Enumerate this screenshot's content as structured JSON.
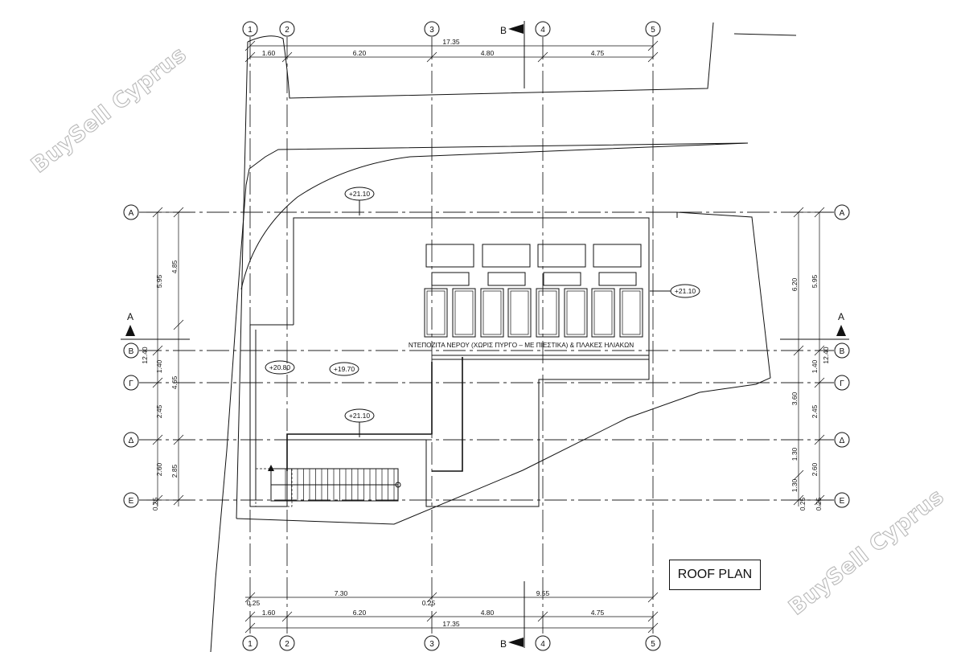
{
  "title": "ROOF PLAN",
  "watermarks": [
    "BuySell Cyprus",
    "BuySell Cyprus"
  ],
  "grid_columns": [
    "1",
    "2",
    "3",
    "4",
    "5"
  ],
  "grid_rows": [
    "Α",
    "Β",
    "Γ",
    "Δ",
    "Ε"
  ],
  "section_marks": {
    "vertical": "Β",
    "horizontal": "Α"
  },
  "dimensions_top": {
    "total": "17.35",
    "segments": [
      "1.60",
      "6.20",
      "4.80",
      "4.75"
    ]
  },
  "dimensions_bottom": {
    "segments": [
      "1.60",
      "6.20",
      "4.80",
      "4.75"
    ],
    "total": "17.35",
    "upper": [
      "7.30",
      "9.55"
    ],
    "offsets": [
      "0.25",
      "0.25"
    ]
  },
  "dimensions_left": {
    "inner": [
      "5.95",
      "1.40",
      "2.45",
      "2.60",
      "0.25"
    ],
    "outer": [
      "4.85",
      "4.65",
      "2.85"
    ],
    "small": "12.40"
  },
  "dimensions_right": {
    "inner": [
      "6.20",
      "3.60",
      "1.30",
      "1.30",
      "0.25"
    ],
    "outer": [
      "5.95",
      "1.40",
      "2.45",
      "2.60",
      "0.25"
    ],
    "small": "12.40"
  },
  "levels": [
    "+21.10",
    "+21.10",
    "+20.80",
    "+19.70",
    "+21.10"
  ],
  "note": "ΝΤΕΠΟΖΙΤΑ ΝΕΡΟΥ (ΧΩΡΙΣ ΠΥΡΓΟ – ΜΕ ΠΙΕΣΤΙΚΑ) & ΠΛΑΚΕΣ ΗΛΙΑΚΩΝ"
}
